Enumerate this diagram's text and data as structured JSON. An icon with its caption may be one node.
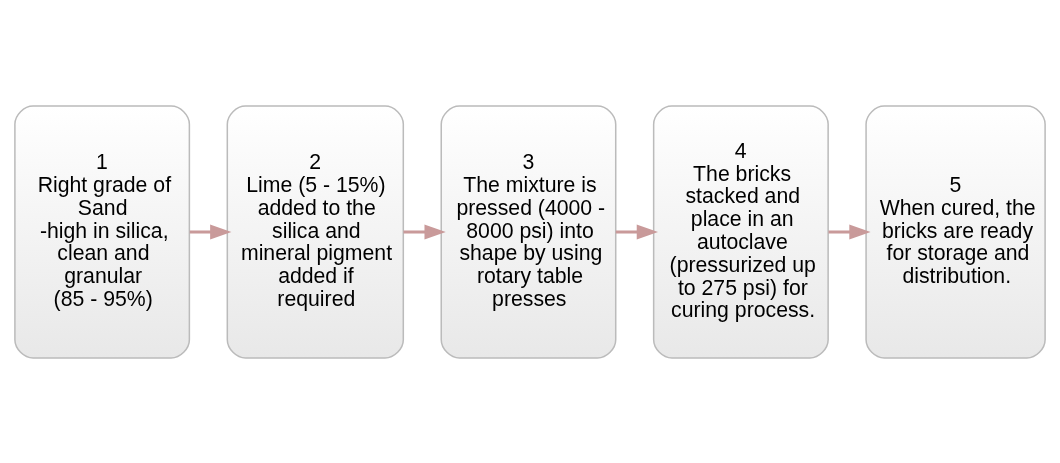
{
  "diagram": {
    "nodes": [
      {
        "text": [
          "1",
          "Right grade of Sand",
          "-high in silica, clean and granular",
          "(85 - 95%)"
        ]
      },
      {
        "text": [
          "2",
          "Lime (5 - 15%) added to the silica and mineral pigment added if required"
        ]
      },
      {
        "text": [
          "3",
          "The mixture is pressed (4000 - 8000 psi) into shape by using rotary table presses"
        ]
      },
      {
        "text": [
          "4",
          "The bricks stacked and place in an autoclave (pressurized up to 275 psi) for curing process."
        ]
      },
      {
        "text": [
          "5",
          "When cured, the bricks are ready for storage and distribution."
        ]
      }
    ],
    "edges": [
      {
        "from": 0,
        "to": 1,
        "arrow": "to"
      },
      {
        "from": 1,
        "to": 2,
        "arrow": "to"
      },
      {
        "from": 2,
        "to": 3,
        "arrow": "to"
      },
      {
        "from": 3,
        "to": 4,
        "arrow": "to"
      }
    ]
  }
}
